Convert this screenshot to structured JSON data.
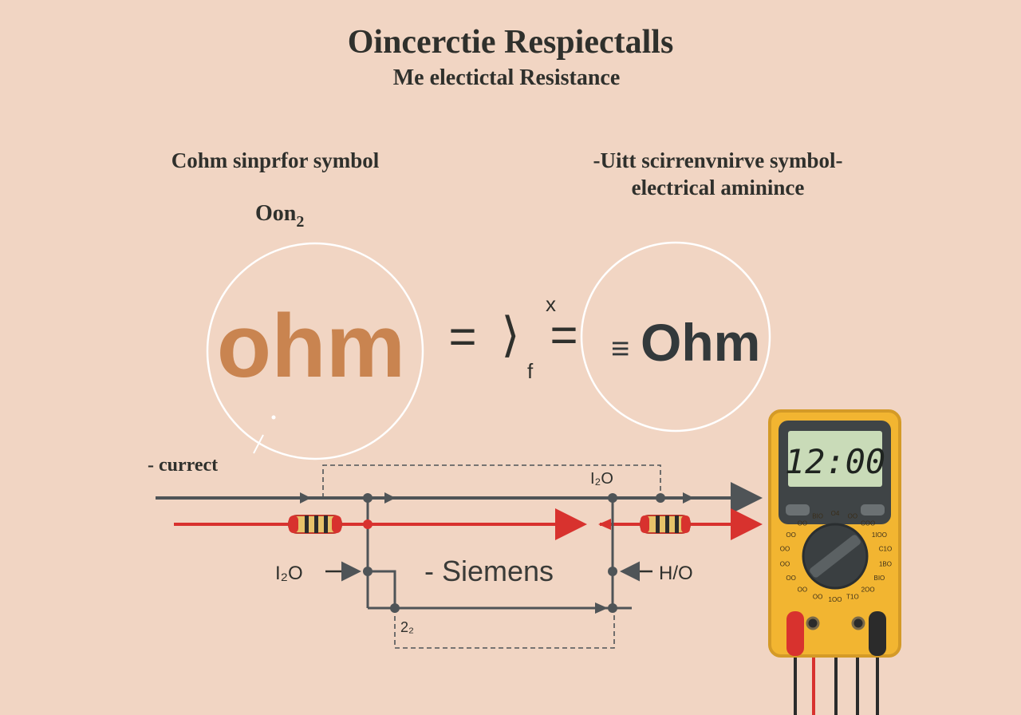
{
  "title": "Oincerctie Respiectalls",
  "subtitle": "Me electictal Resistance",
  "left_panel": {
    "heading": "Cohm sinprfor symbol",
    "sublabel": "Oon",
    "sublabel_subscript": "2",
    "symbol_text": "ohm"
  },
  "right_panel": {
    "heading": "-Uitt scirrenvnirve symbol-",
    "subheading": "electrical aminince",
    "symbol_text": "Ohm",
    "symbol_prefix": "≡"
  },
  "equation": {
    "equals_left": "=",
    "angle": "⟩",
    "subscript": "f",
    "superscript": "x",
    "equals_right": "="
  },
  "circuit": {
    "current_label": "- currect",
    "top_label": "I₂O",
    "left_label": "I₂O",
    "center_label": "- Siemens",
    "right_label": "H/O",
    "bottom_label": "2₂"
  },
  "multimeter": {
    "display": "12:00",
    "dial_labels": [
      "O4",
      "OO",
      "COO",
      "1IOO",
      "C1O",
      "1BO",
      "BIO",
      "2OO",
      "T1O",
      "1OO",
      "OO",
      "OO",
      "OO",
      "OO",
      "OO",
      "OO",
      "OO",
      "BIO"
    ],
    "colors": {
      "body": "#f2b531",
      "lcd": "#c9dbb8",
      "bezel": "#3f4446"
    }
  },
  "colors": {
    "background": "#f1d5c3",
    "ohm_orange": "#c98450",
    "wire_gray": "#4f5457",
    "wire_red": "#d8322e"
  }
}
